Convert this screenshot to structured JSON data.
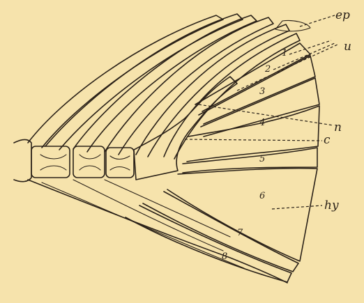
{
  "figure": {
    "background": "#f6e3ac",
    "ink": "#2a2118",
    "labels": {
      "ep": "ep",
      "u": "u",
      "n": "n",
      "c": "c",
      "hy": "hy"
    },
    "plate_numbers": [
      "1",
      "2",
      "3",
      "4",
      "5",
      "6",
      "7",
      "8"
    ]
  }
}
